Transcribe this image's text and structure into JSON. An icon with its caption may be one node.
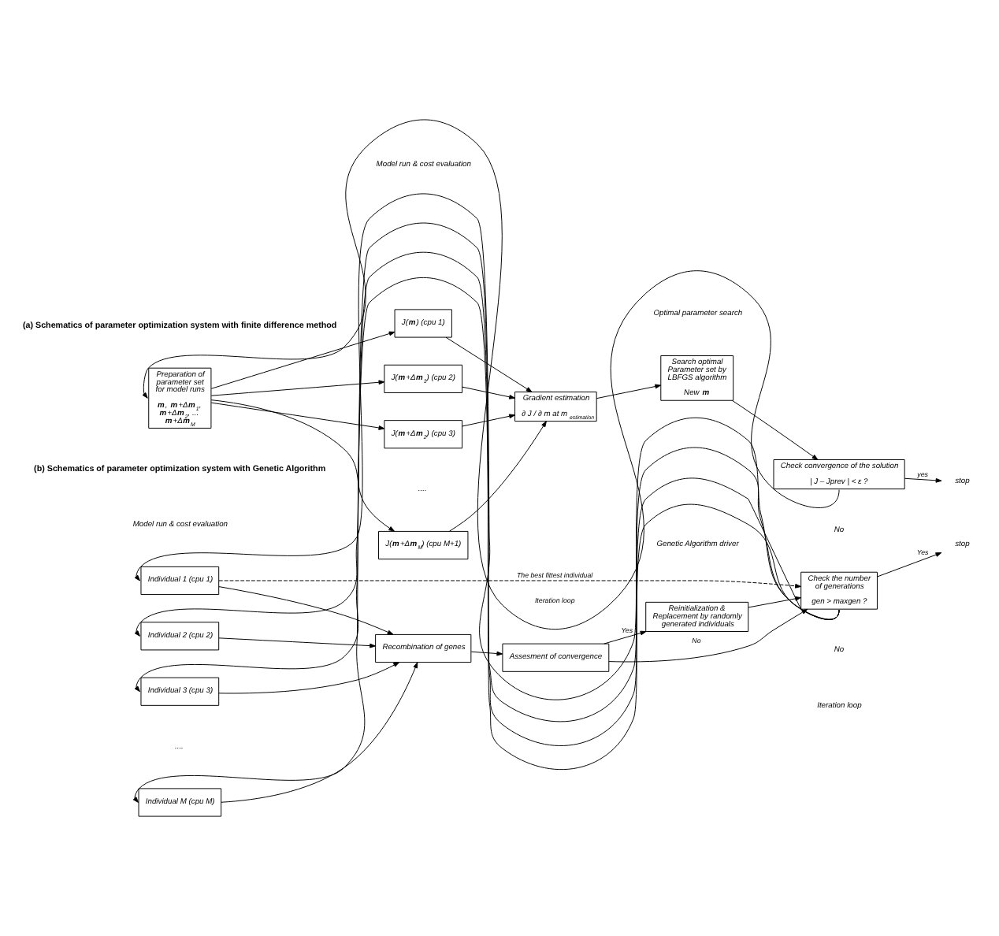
{
  "diagram": {
    "nodes": [
      {
        "text": [
          "Preparation of parameter set for model runs",
          "**m**, **m**+Δ**m**$_{1}$, **m**+Δ**m**$_{2}$, ... **m**+Δ**m**$_{M}$"
        ]
      },
      {
        "text": [
          "J(**m**) (cpu 1)"
        ]
      },
      {
        "text": [
          "J(**m**+Δ**m**$_{1}$) (cpu 2)"
        ]
      },
      {
        "text": [
          "J(**m**+Δ**m**$_{2}$) (cpu 3)"
        ]
      },
      {
        "text": [
          "J(**m**+Δ**m**$_{M}$) (cpu M+1)"
        ]
      },
      {
        "text": [
          "Gradient estimation",
          "∂ J / ∂ m at m$_{estimation}$"
        ]
      },
      {
        "text": [
          "Search optimal Parameter set by LBFGS algorithm",
          "New **m**"
        ]
      },
      {
        "text": [
          "Check convergence of the solution",
          "| J – Jprev | < ε ?"
        ]
      },
      {
        "text": [
          "stop"
        ]
      },
      {
        "text": [
          "Individual 1 (cpu 1)"
        ]
      },
      {
        "text": [
          "Individual 2 (cpu 2)"
        ]
      },
      {
        "text": [
          "Individual 3 (cpu 3)"
        ]
      },
      {
        "text": [
          "Individual M (cpu M)"
        ]
      },
      {
        "text": [
          "Recombination of genes"
        ]
      },
      {
        "text": [
          "Assesment of convergence"
        ]
      },
      {
        "text": [
          "Reinitialization & Replacement by randomly generated individuals"
        ]
      },
      {
        "text": [
          "Check the number of generations",
          "gen > maxgen ?"
        ]
      },
      {
        "text": [
          "stop"
        ]
      }
    ],
    "edges": [
      {
        "from": 0,
        "to": 1,
        "arrow": "to"
      },
      {
        "from": 0,
        "to": 2,
        "arrow": "to"
      },
      {
        "from": 0,
        "to": 3,
        "arrow": "to"
      },
      {
        "from": 0,
        "to": 4,
        "arrow": "to"
      },
      {
        "from": 1,
        "to": 5,
        "arrow": "to"
      },
      {
        "from": 2,
        "to": 5,
        "arrow": "to"
      },
      {
        "from": 3,
        "to": 5,
        "arrow": "to"
      },
      {
        "from": 4,
        "to": 5,
        "arrow": "to"
      },
      {
        "from": 5,
        "to": 6,
        "arrow": "to"
      },
      {
        "from": 6,
        "to": 7,
        "arrow": "to"
      },
      {
        "from": 7,
        "to": 8,
        "arrow": "to",
        "label": "yes"
      },
      {
        "from": 7,
        "to": 0,
        "arrow": "to",
        "label": "Iteration loop"
      },
      {
        "from": 9,
        "to": 13,
        "arrow": "to"
      },
      {
        "from": 10,
        "to": 13,
        "arrow": "to"
      },
      {
        "from": 11,
        "to": 13,
        "arrow": "to"
      },
      {
        "from": 12,
        "to": 13,
        "arrow": "to"
      },
      {
        "from": 13,
        "to": 14,
        "arrow": "to"
      },
      {
        "from": 14,
        "to": 15,
        "arrow": "to",
        "label": "Yes"
      },
      {
        "from": 14,
        "to": 16,
        "arrow": "to",
        "label": "No"
      },
      {
        "from": 15,
        "to": 16,
        "arrow": "to"
      },
      {
        "from": 9,
        "to": 16,
        "arrow": "to",
        "label": "The best fittest individual",
        "style": "dashed"
      },
      {
        "from": 16,
        "to": 17,
        "arrow": "to",
        "label": "Yes"
      },
      {
        "from": 16,
        "to": 9,
        "arrow": "to"
      },
      {
        "from": 16,
        "to": 10,
        "arrow": "to"
      },
      {
        "from": 16,
        "to": 11,
        "arrow": "to"
      },
      {
        "from": 16,
        "to": 12,
        "arrow": "to"
      }
    ],
    "labels": [
      "(a) Schematics of parameter optimization system with finite difference method",
      "Model run & cost evaluation",
      "Optimal parameter search",
      "....",
      "No",
      "(b) Schematics of parameter optimization system with Genetic Algorithm",
      "Model run & cost evaluation",
      "Genetic Algorithm driver",
      "....",
      "No",
      "Iteration loop"
    ]
  }
}
